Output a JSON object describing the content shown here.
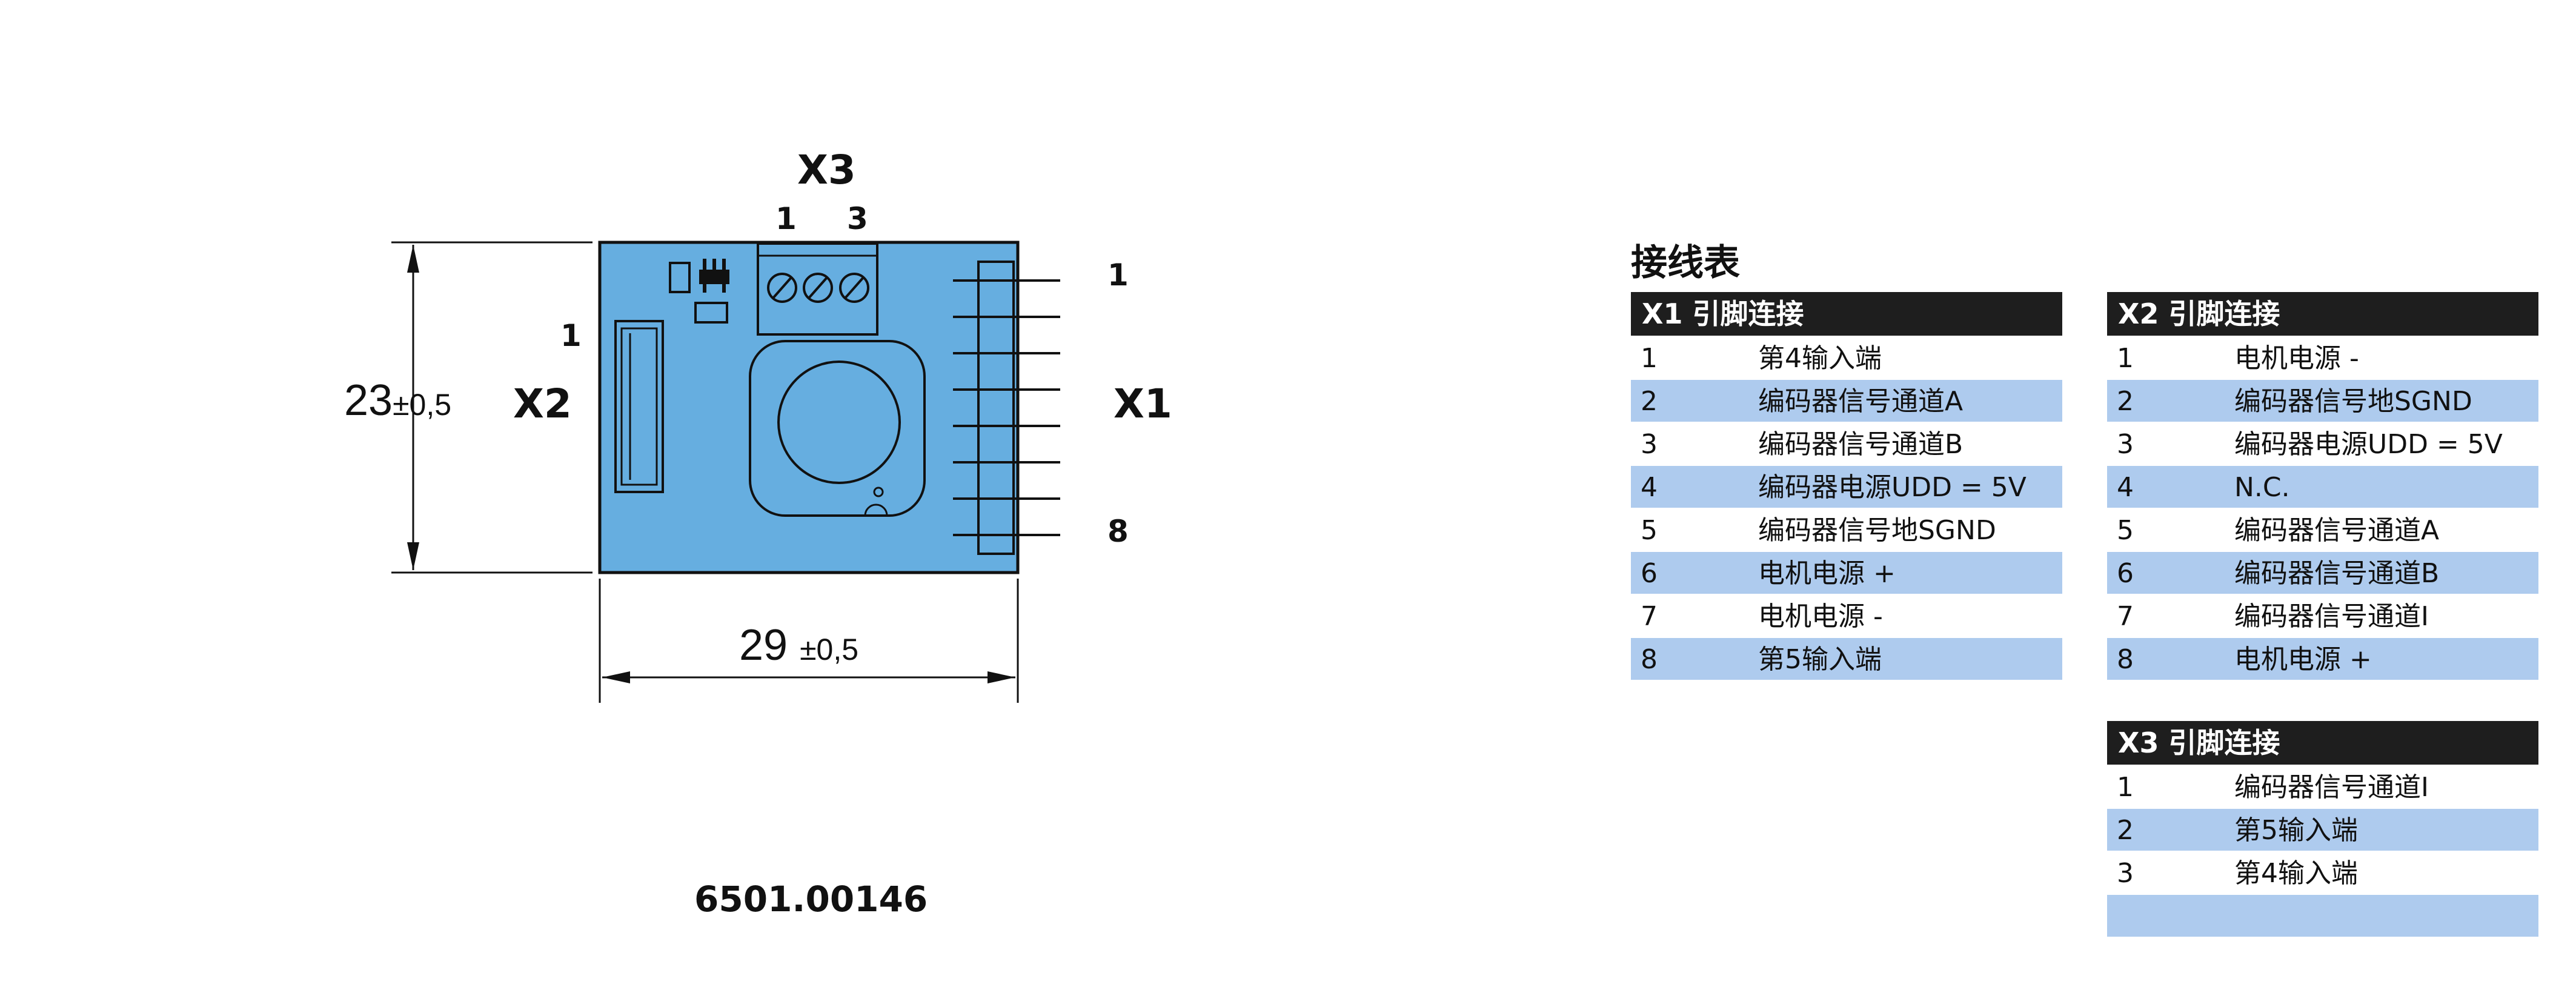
{
  "drawing": {
    "connector_x3": {
      "label": "X3",
      "pin_first": "1",
      "pin_last": "3"
    },
    "connector_x2": {
      "label": "X2",
      "pin_first": "1"
    },
    "connector_x1": {
      "label": "X1",
      "pin_first": "1",
      "pin_last": "8"
    },
    "height_dim": {
      "value": "23",
      "tol": "±0,5"
    },
    "width_dim": {
      "value": "29",
      "tol": "±0,5"
    },
    "part_number": "6501.00146",
    "board_color": "#66aee0"
  },
  "wiring": {
    "title": "接线表",
    "x1": {
      "header": "X1 引脚连接",
      "rows": [
        {
          "pin": "1",
          "desc": "第4输入端"
        },
        {
          "pin": "2",
          "desc": "编码器信号通道A"
        },
        {
          "pin": "3",
          "desc": "编码器信号通道B"
        },
        {
          "pin": "4",
          "desc": "编码器电源UDD = 5V"
        },
        {
          "pin": "5",
          "desc": "编码器信号地SGND"
        },
        {
          "pin": "6",
          "desc": "电机电源 +"
        },
        {
          "pin": "7",
          "desc": "电机电源 -"
        },
        {
          "pin": "8",
          "desc": "第5输入端"
        }
      ]
    },
    "x2": {
      "header": "X2 引脚连接",
      "rows": [
        {
          "pin": "1",
          "desc": "电机电源 -"
        },
        {
          "pin": "2",
          "desc": "编码器信号地SGND"
        },
        {
          "pin": "3",
          "desc": "编码器电源UDD = 5V"
        },
        {
          "pin": "4",
          "desc": "N.C."
        },
        {
          "pin": "5",
          "desc": "编码器信号通道A"
        },
        {
          "pin": "6",
          "desc": "编码器信号通道B"
        },
        {
          "pin": "7",
          "desc": "编码器信号通道I"
        },
        {
          "pin": "8",
          "desc": "电机电源 +"
        }
      ]
    },
    "x3": {
      "header": "X3 引脚连接",
      "rows": [
        {
          "pin": "1",
          "desc": "编码器信号通道I"
        },
        {
          "pin": "2",
          "desc": "第5输入端"
        },
        {
          "pin": "3",
          "desc": "第4输入端"
        },
        {
          "pin": "",
          "desc": ""
        }
      ]
    }
  }
}
